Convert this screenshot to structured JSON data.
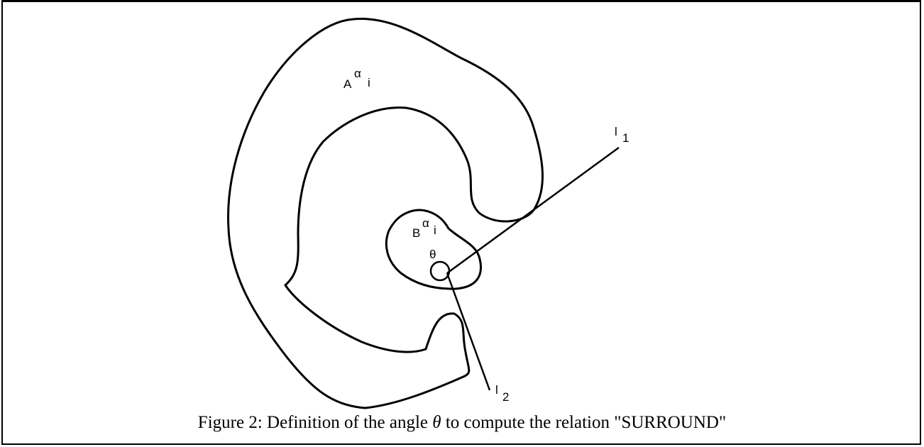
{
  "diagram": {
    "region_a": {
      "base": "A",
      "sup": "α",
      "sub": "i"
    },
    "region_b": {
      "base": "B",
      "sup": "α",
      "sub": "i"
    },
    "angle_label": "θ",
    "line_1": {
      "base": "l",
      "sub": "1"
    },
    "line_2": {
      "base": "l",
      "sub": "2"
    }
  },
  "caption": {
    "before": "Figure 2: Definition of the angle ",
    "symbol": "θ",
    "after": " to compute the relation \"SURROUND\""
  }
}
